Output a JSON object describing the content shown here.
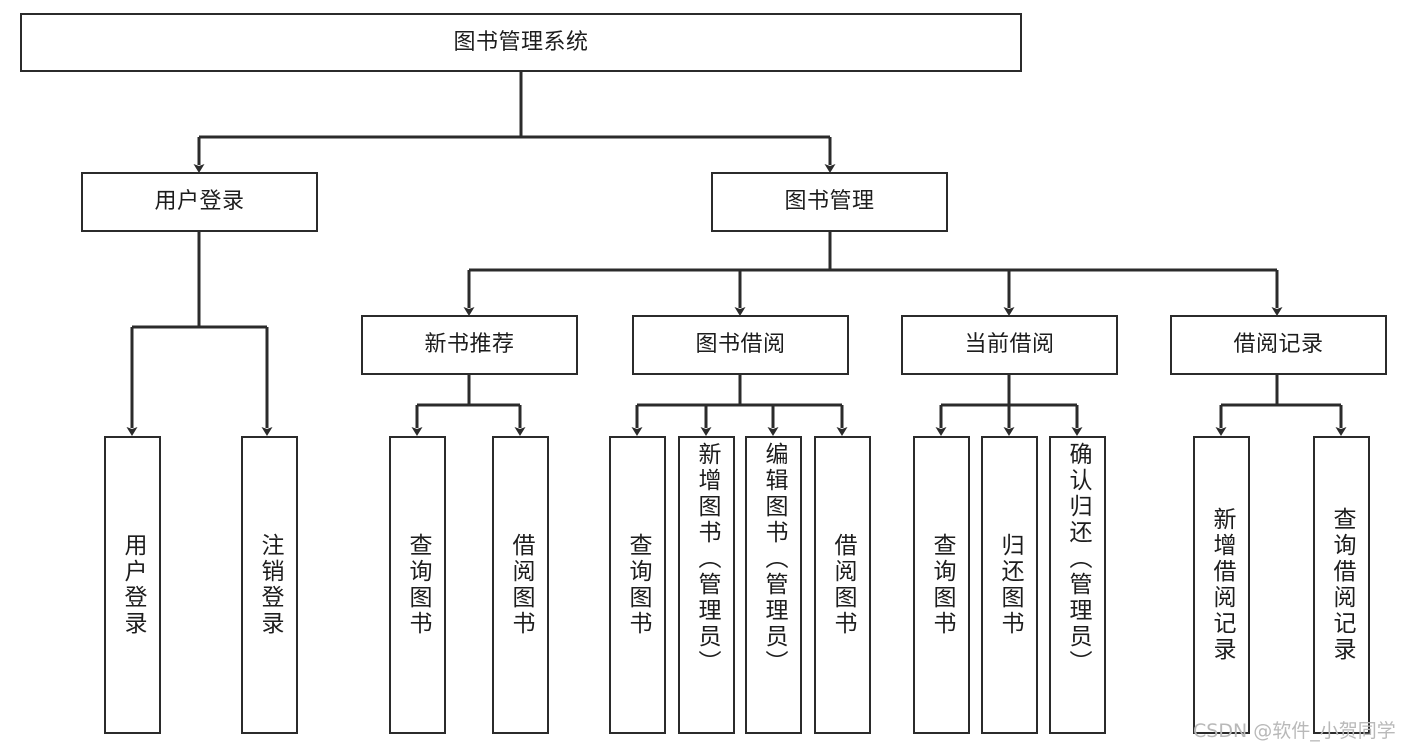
{
  "diagram": {
    "title": "图书管理系统",
    "type": "functional-structure-tree",
    "watermark": "CSDN @软件_小贺同学",
    "colors": {
      "stroke": "#2b2b2b",
      "fill": "#ffffff",
      "text": "#1d1d1d",
      "watermark": "#b9b9b9"
    },
    "levels": {
      "root": {
        "label": "图书管理系统"
      },
      "level2": [
        {
          "id": "user-login",
          "label": "用户登录"
        },
        {
          "id": "book-manage",
          "label": "图书管理"
        }
      ],
      "level3": [
        {
          "id": "new-book-recommend",
          "label": "新书推荐"
        },
        {
          "id": "book-borrow",
          "label": "图书借阅"
        },
        {
          "id": "current-borrow",
          "label": "当前借阅"
        },
        {
          "id": "borrow-record",
          "label": "借阅记录"
        }
      ],
      "leaves": [
        {
          "id": "leaf-user-login",
          "label": "用户登录",
          "parent": "user-login"
        },
        {
          "id": "leaf-logout",
          "label": "注销登录",
          "parent": "user-login"
        },
        {
          "id": "leaf-query-book-1",
          "label": "查询图书",
          "parent": "new-book-recommend"
        },
        {
          "id": "leaf-borrow-book-1",
          "label": "借阅图书",
          "parent": "new-book-recommend"
        },
        {
          "id": "leaf-query-book-2",
          "label": "查询图书",
          "parent": "book-borrow"
        },
        {
          "id": "leaf-add-book",
          "label": "新增图书（管理员）",
          "parent": "book-borrow"
        },
        {
          "id": "leaf-edit-book",
          "label": "编辑图书（管理员）",
          "parent": "book-borrow"
        },
        {
          "id": "leaf-borrow-book-2",
          "label": "借阅图书",
          "parent": "book-borrow"
        },
        {
          "id": "leaf-query-book-3",
          "label": "查询图书",
          "parent": "current-borrow"
        },
        {
          "id": "leaf-return-book",
          "label": "归还图书",
          "parent": "current-borrow"
        },
        {
          "id": "leaf-confirm-return",
          "label": "确认归还（管理员）",
          "parent": "current-borrow"
        },
        {
          "id": "leaf-add-record",
          "label": "新增借阅记录",
          "parent": "borrow-record"
        },
        {
          "id": "leaf-query-record",
          "label": "查询借阅记录",
          "parent": "borrow-record"
        }
      ]
    }
  }
}
